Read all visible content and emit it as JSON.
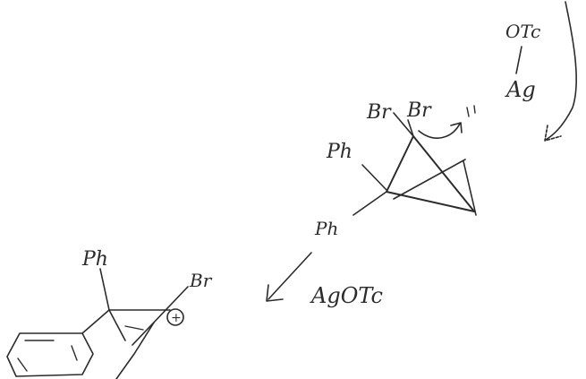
{
  "sketch": {
    "ink_color": "#2b2b2b",
    "background": "#ffffff",
    "labels": {
      "ph_top": "Ph",
      "ph_mid": "Ph",
      "ph_bottom": "Ph",
      "br_left": "Br",
      "br_right": "Br",
      "otc": "OTc",
      "ag": "Ag",
      "agotc": "AgOTc",
      "br_product": "Br",
      "plus_charge": "+"
    }
  }
}
